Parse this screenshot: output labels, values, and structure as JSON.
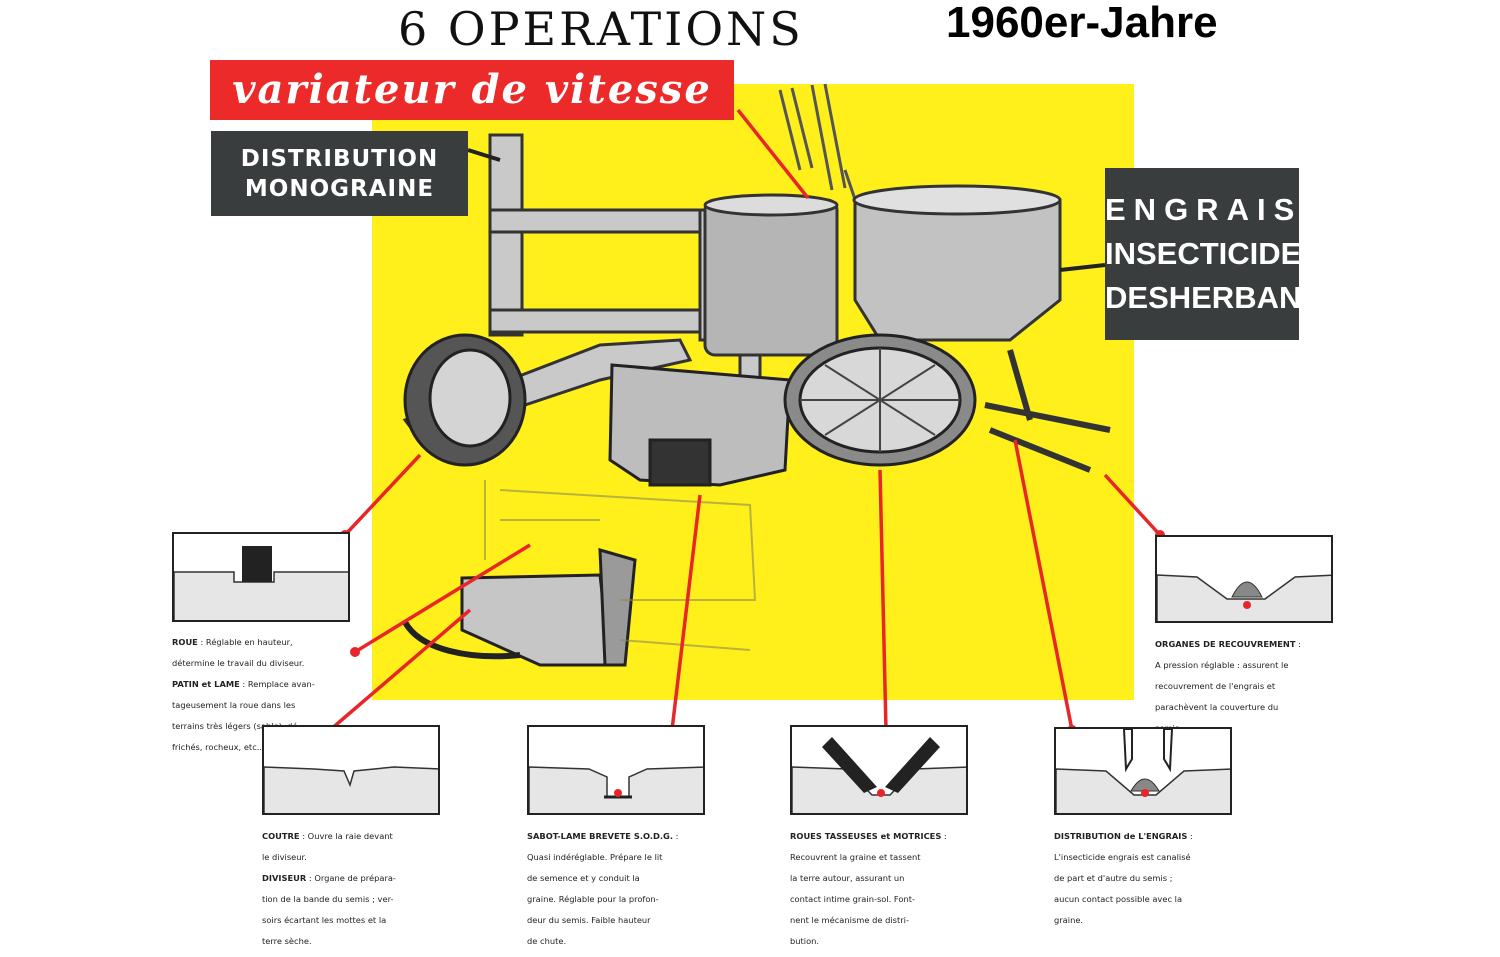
{
  "title": "6 OPERATIONS",
  "era_label": "1960er-Jahre",
  "labels": {
    "speed_variator": "variateur de vitesse",
    "distribution": [
      "DISTRIBUTION",
      "MONOGRAINE"
    ],
    "engrais": [
      "ENGRAIS",
      "INSECTICIDE",
      "DESHERBANT"
    ]
  },
  "colors": {
    "yellow_panel": "#ffef1a",
    "red": "#ed2a2a",
    "dark_label": "#3a3d3d"
  },
  "operations": [
    {
      "id": "roue",
      "lines": [
        {
          "bold": "ROUE",
          "text": " : Réglable en hauteur,"
        },
        {
          "bold": "",
          "text": "détermine le travail du diviseur."
        },
        {
          "bold": "PATIN et LAME",
          "text": " : Remplace avan-"
        },
        {
          "bold": "",
          "text": "tageusement la roue dans les"
        },
        {
          "bold": "",
          "text": "terrains très légers (sable), dé-"
        },
        {
          "bold": "",
          "text": "frichés, rocheux, etc..."
        }
      ]
    },
    {
      "id": "organes",
      "lines": [
        {
          "bold": "ORGANES DE RECOUVREMENT",
          "text": " :"
        },
        {
          "bold": "",
          "text": "A pression réglable : assurent le"
        },
        {
          "bold": "",
          "text": "recouvrement de l'engrais et"
        },
        {
          "bold": "",
          "text": "parachèvent la couverture du"
        },
        {
          "bold": "",
          "text": "semis."
        }
      ]
    },
    {
      "id": "coutre",
      "lines": [
        {
          "bold": "COUTRE",
          "text": " : Ouvre la raie devant"
        },
        {
          "bold": "",
          "text": "le diviseur."
        },
        {
          "bold": "DIVISEUR",
          "text": " : Organe de prépara-"
        },
        {
          "bold": "",
          "text": "tion de la bande du semis ; ver-"
        },
        {
          "bold": "",
          "text": "soirs écartant les mottes et la"
        },
        {
          "bold": "",
          "text": "terre sèche."
        }
      ]
    },
    {
      "id": "sabot",
      "lines": [
        {
          "bold": "SABOT-LAME BREVETE S.O.D.G.",
          "text": " :"
        },
        {
          "bold": "",
          "text": "Quasi indéréglable. Prépare le lit"
        },
        {
          "bold": "",
          "text": "de semence et y conduit la"
        },
        {
          "bold": "",
          "text": "graine. Réglable pour la profon-"
        },
        {
          "bold": "",
          "text": "deur du semis. Faible hauteur"
        },
        {
          "bold": "",
          "text": "de chute."
        }
      ]
    },
    {
      "id": "roues-tasseuses",
      "lines": [
        {
          "bold": "ROUES TASSEUSES et MOTRICES",
          "text": " :"
        },
        {
          "bold": "",
          "text": "Recouvrent la graine et tassent"
        },
        {
          "bold": "",
          "text": "la terre autour, assurant un"
        },
        {
          "bold": "",
          "text": "contact intime grain-sol. Font-"
        },
        {
          "bold": "",
          "text": "nent le mécanisme de distri-"
        },
        {
          "bold": "",
          "text": "bution."
        }
      ]
    },
    {
      "id": "distribution-engrais",
      "lines": [
        {
          "bold": "DISTRIBUTION de L'ENGRAIS",
          "text": " :"
        },
        {
          "bold": "",
          "text": "L'insecticide engrais est canalisé"
        },
        {
          "bold": "",
          "text": "de part et d'autre du semis ;"
        },
        {
          "bold": "",
          "text": "aucun contact possible avec la"
        },
        {
          "bold": "",
          "text": "graine."
        }
      ]
    }
  ]
}
